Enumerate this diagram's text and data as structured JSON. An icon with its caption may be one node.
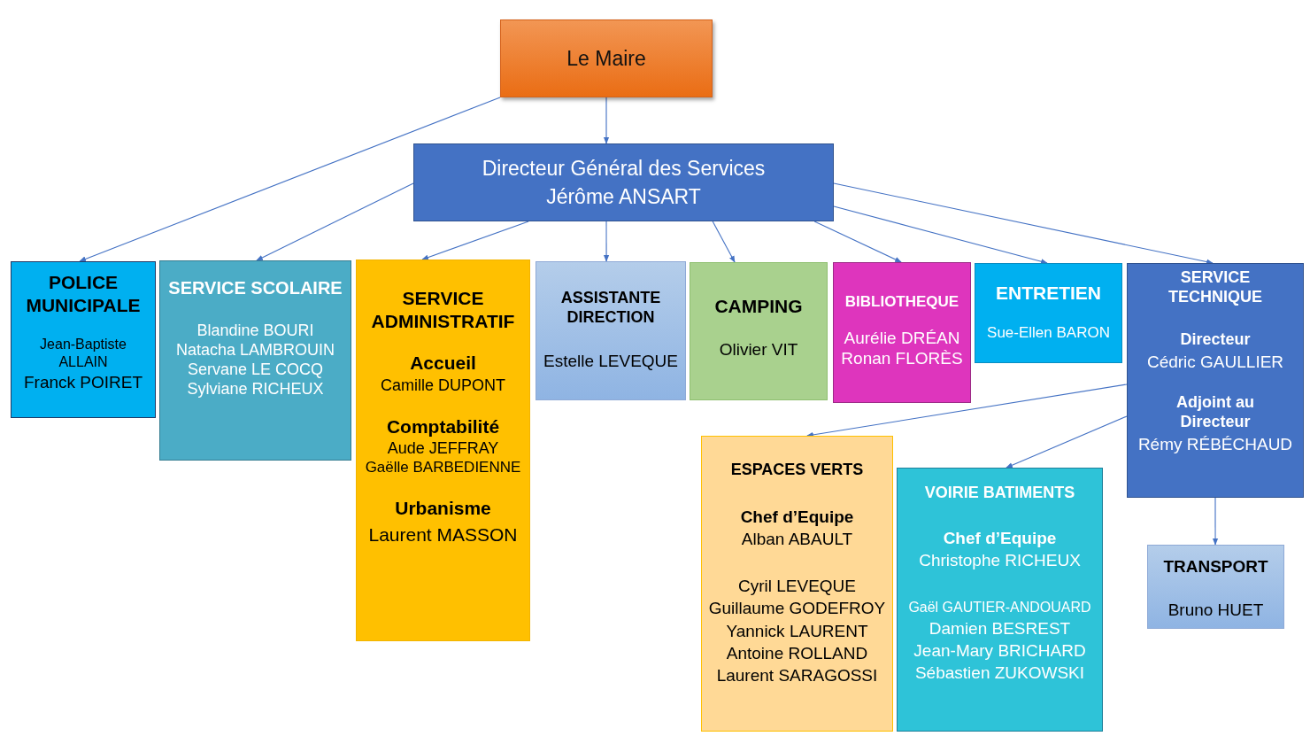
{
  "diagram": {
    "nodes": [
      {
        "text": [
          "Le Maire"
        ]
      },
      {
        "text": [
          "Directeur Général des Services",
          "Jérôme ANSART"
        ]
      },
      {
        "text": [
          "POLICE MUNICIPALE",
          "Jean-Baptiste ALLAIN",
          "Franck POIRET"
        ]
      },
      {
        "text": [
          "SERVICE SCOLAIRE",
          "Blandine BOURI",
          "Natacha LAMBROUIN",
          "Servane LE COCQ",
          "Sylviane RICHEUX"
        ]
      },
      {
        "text": [
          "SERVICE ADMINISTRATIF",
          "Accueil",
          "Camille DUPONT",
          "Comptabilité",
          "Aude JEFFRAY",
          "Gaëlle BARBEDIENNE",
          "Urbanisme",
          "Laurent MASSON"
        ]
      },
      {
        "text": [
          "ASSISTANTE DIRECTION",
          "Estelle LEVEQUE"
        ]
      },
      {
        "text": [
          "CAMPING",
          "Olivier VIT"
        ]
      },
      {
        "text": [
          "BIBLIOTHEQUE",
          "Aurélie DRÉAN",
          "Ronan FLORÈS"
        ]
      },
      {
        "text": [
          "ENTRETIEN",
          "Sue-Ellen BARON"
        ]
      },
      {
        "text": [
          "SERVICE TECHNIQUE",
          "Directeur",
          "Cédric GAULLIER",
          "Adjoint au Directeur",
          "Rémy RÉBÉCHAUD"
        ]
      },
      {
        "text": [
          "ESPACES VERTS",
          "Chef d’Equipe",
          "Alban ABAULT",
          "Cyril LEVEQUE",
          "Guillaume GODEFROY",
          "Yannick LAURENT",
          "Antoine ROLLAND",
          "Laurent SARAGOSSI"
        ]
      },
      {
        "text": [
          "VOIRIE BATIMENTS",
          "Chef d’Equipe",
          "Christophe RICHEUX",
          "Gaël GAUTIER-ANDOUARD",
          "Damien BESREST",
          "Jean-Mary BRICHARD",
          "Sébastien ZUKOWSKI"
        ]
      },
      {
        "text": [
          "TRANSPORT",
          "Bruno HUET"
        ]
      }
    ],
    "edges": [
      {
        "from": 0,
        "to": 1,
        "arrow": "to"
      },
      {
        "from": 0,
        "to": 2,
        "arrow": "to"
      },
      {
        "from": 1,
        "to": 3,
        "arrow": "to"
      },
      {
        "from": 1,
        "to": 4,
        "arrow": "to"
      },
      {
        "from": 1,
        "to": 5,
        "arrow": "to"
      },
      {
        "from": 1,
        "to": 6,
        "arrow": "to"
      },
      {
        "from": 1,
        "to": 7,
        "arrow": "to"
      },
      {
        "from": 1,
        "to": 8,
        "arrow": "to"
      },
      {
        "from": 1,
        "to": 9,
        "arrow": "to"
      },
      {
        "from": 9,
        "to": 10,
        "arrow": "to"
      },
      {
        "from": 9,
        "to": 11,
        "arrow": "to"
      },
      {
        "from": 9,
        "to": 12,
        "arrow": "to"
      }
    ]
  }
}
